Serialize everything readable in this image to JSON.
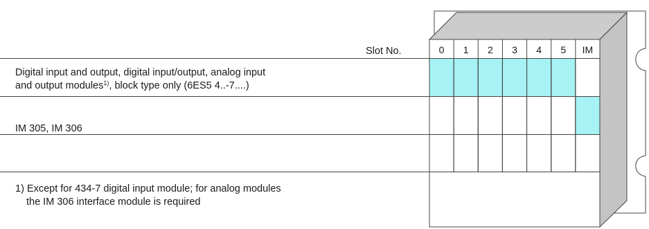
{
  "header": {
    "slot_label": "Slot No."
  },
  "slots": [
    "0",
    "1",
    "2",
    "3",
    "4",
    "5",
    "IM"
  ],
  "rows": [
    {
      "line1": "Digital input and output, digital input/output, analog input",
      "line2_prefix": "and output modules",
      "line2_sup": "1)",
      "line2_suffix": ", block type only (6ES5 4..-7....)",
      "highlight_slots": [
        "0",
        "1",
        "2",
        "3",
        "4",
        "5"
      ]
    },
    {
      "line1": "IM 305, IM 306",
      "highlight_slots": [
        "IM"
      ]
    },
    {
      "line1": "",
      "highlight_slots": []
    }
  ],
  "footnote": {
    "line1": "1)  Except for 434-7 digital input module; for analog modules",
    "line2": "the IM 306 interface module is required"
  },
  "colors": {
    "highlight": "#a6f2f4",
    "rack_side": "#c8c8c8",
    "rack_top": "#c8c8c8",
    "line": "#333333"
  }
}
